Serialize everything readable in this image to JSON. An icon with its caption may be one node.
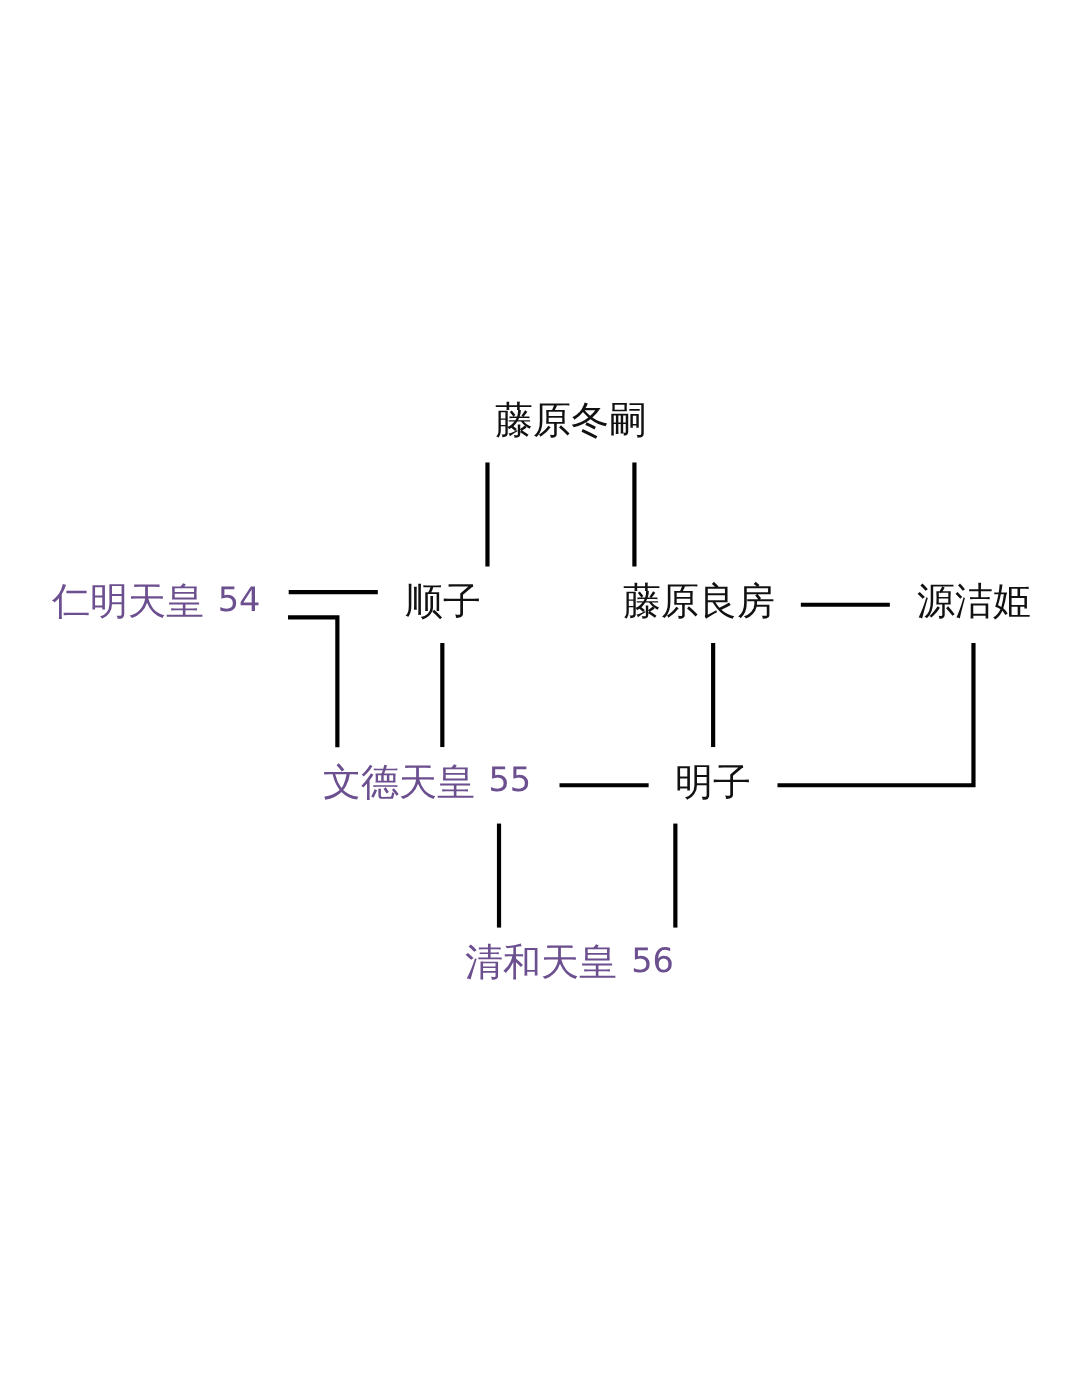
{
  "diagram": {
    "nodes": [
      {
        "text": [
          "藤原冬嗣"
        ]
      },
      {
        "text": [
          "顺子"
        ]
      },
      {
        "text": [
          "藤原良房"
        ]
      },
      {
        "text": [
          "源洁姫"
        ]
      },
      {
        "text": [
          "仁明天皇"
        ],
        "beside": [
          "54"
        ]
      },
      {
        "text": [
          "明子"
        ]
      },
      {
        "text": [
          "文德天皇"
        ],
        "beside": [
          "55"
        ]
      },
      {
        "text": [
          "清和天皇"
        ],
        "beside": [
          "56"
        ]
      }
    ],
    "edges": [
      {
        "from": 0,
        "to": 1,
        "arrow": "none"
      },
      {
        "from": 0,
        "to": 2,
        "arrow": "none"
      },
      {
        "from": 4,
        "to": 1,
        "arrow": "none"
      },
      {
        "from": 2,
        "to": 3,
        "arrow": "none"
      },
      {
        "from": 4,
        "to": 6,
        "arrow": "none"
      },
      {
        "from": 1,
        "to": 6,
        "arrow": "none"
      },
      {
        "from": 2,
        "to": 5,
        "arrow": "none"
      },
      {
        "from": 3,
        "to": 5,
        "arrow": "none"
      },
      {
        "from": 6,
        "to": 5,
        "arrow": "none"
      },
      {
        "from": 6,
        "to": 7,
        "arrow": "none"
      },
      {
        "from": 5,
        "to": 7,
        "arrow": "none"
      }
    ]
  }
}
